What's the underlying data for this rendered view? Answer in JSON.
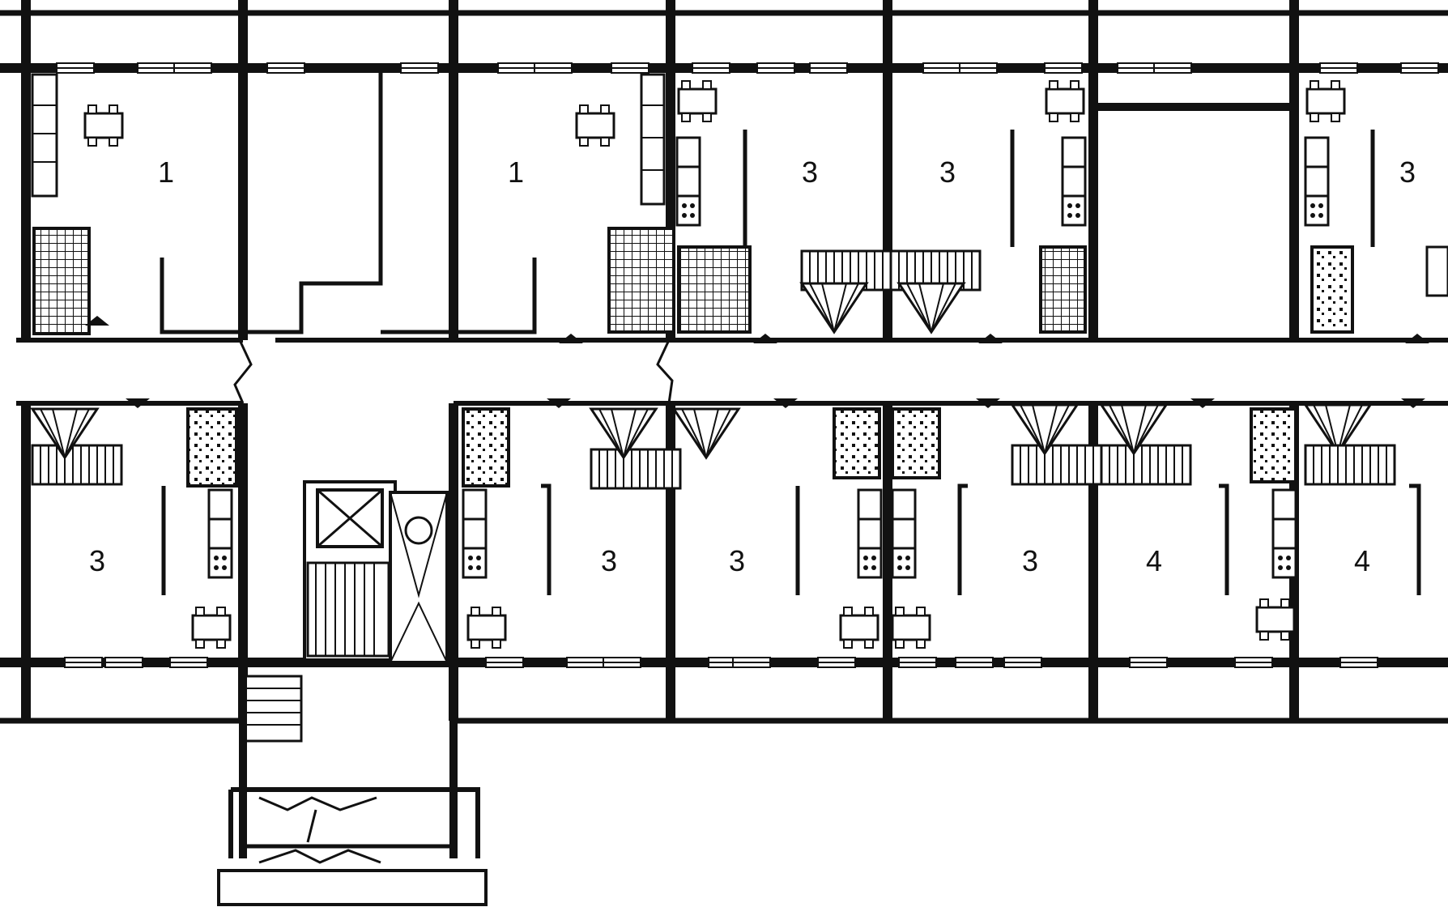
{
  "colors": {
    "ink": "#111111",
    "paper": "#ffffff"
  },
  "units": [
    {
      "id": "u1",
      "row": "upper",
      "rooms": "1"
    },
    {
      "id": "u2",
      "row": "upper",
      "rooms": "1"
    },
    {
      "id": "u3",
      "row": "upper",
      "rooms": "3"
    },
    {
      "id": "u4",
      "row": "upper",
      "rooms": "3"
    },
    {
      "id": "u5",
      "row": "upper",
      "rooms": "3"
    },
    {
      "id": "u6",
      "row": "lower",
      "rooms": "3"
    },
    {
      "id": "u7",
      "row": "lower",
      "rooms": "3"
    },
    {
      "id": "u8",
      "row": "lower",
      "rooms": "3"
    },
    {
      "id": "u9",
      "row": "lower",
      "rooms": "3"
    },
    {
      "id": "u10",
      "row": "lower",
      "rooms": "4"
    },
    {
      "id": "u11",
      "row": "lower",
      "rooms": "4"
    }
  ],
  "icons": [
    "stair-icon",
    "elevator-icon",
    "entrance-arrow-icon",
    "table-icon",
    "kitchen-icon"
  ]
}
